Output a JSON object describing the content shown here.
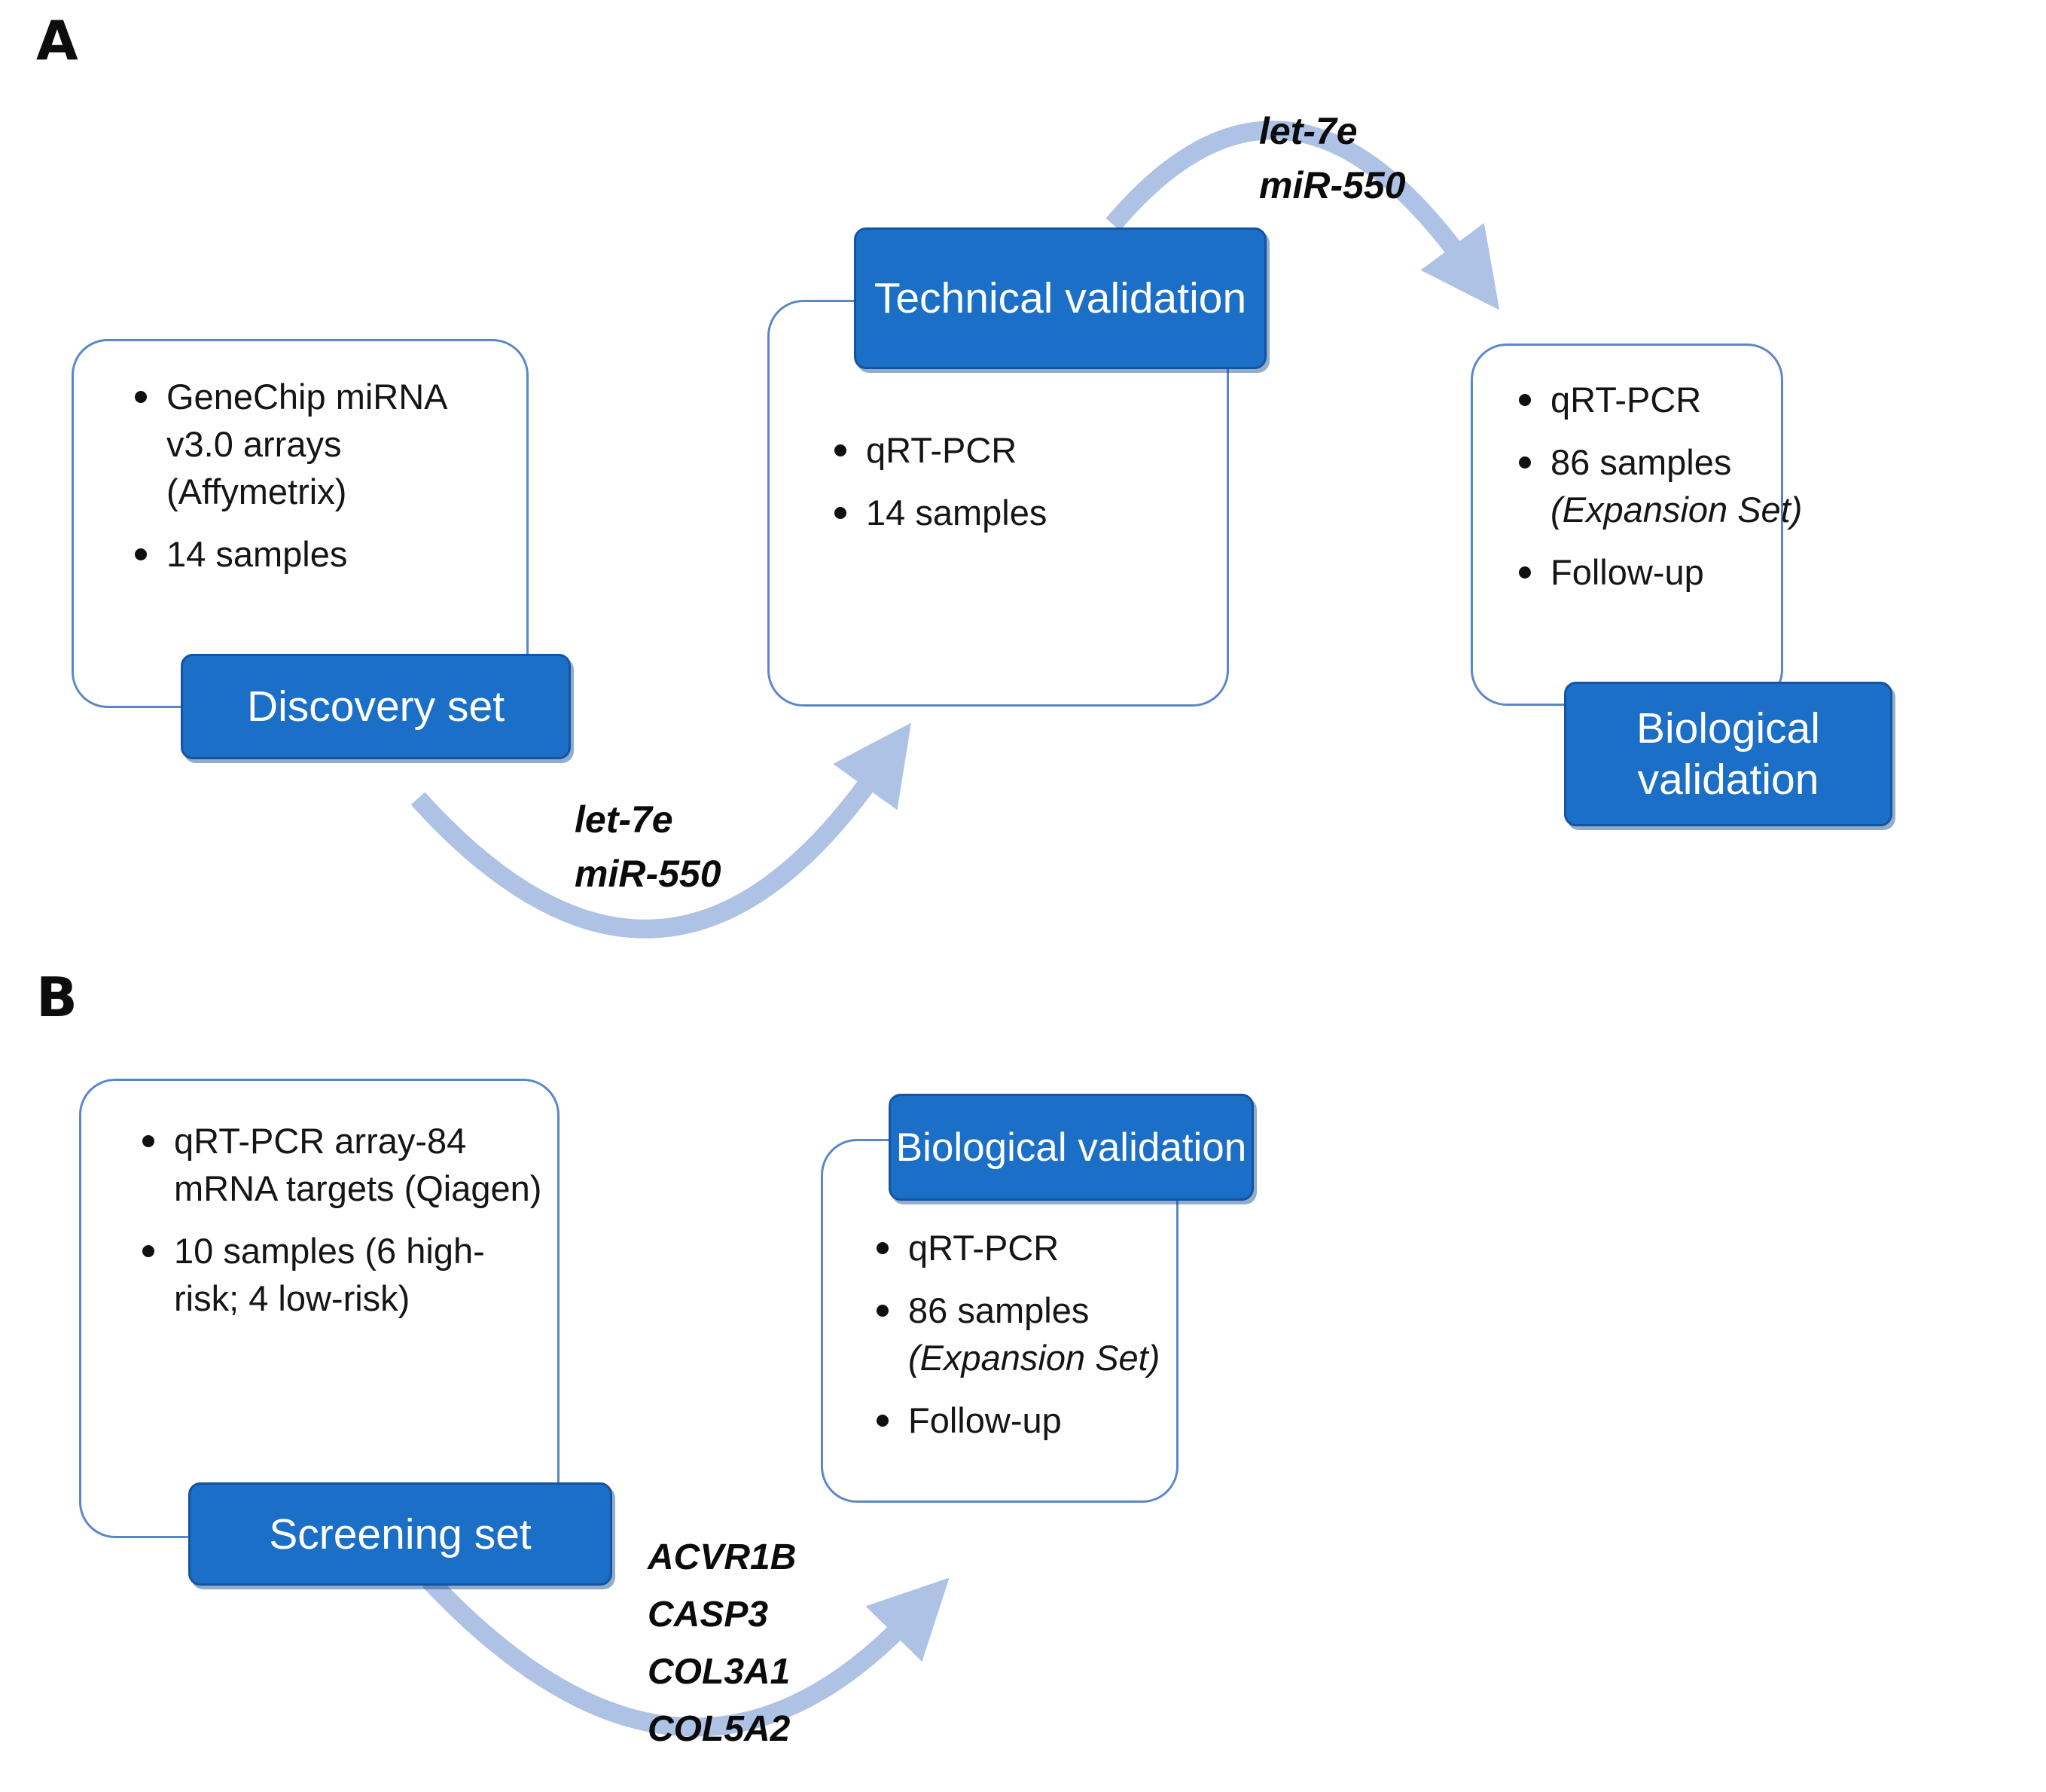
{
  "figure": {
    "panel_a": {
      "label": "A",
      "discovery": {
        "tag": "Discovery set",
        "lines": [
          {
            "bullet": true,
            "text": "GeneChip miRNA"
          },
          {
            "bullet": false,
            "text": "v3.0 arrays"
          },
          {
            "bullet": false,
            "text": "(Affymetrix)"
          },
          {
            "bullet": true,
            "text": "14 samples"
          }
        ]
      },
      "technical": {
        "tag": "Technical validation",
        "lines": [
          {
            "bullet": true,
            "text": "qRT-PCR"
          },
          {
            "bullet": true,
            "text": "14 samples"
          }
        ]
      },
      "biological": {
        "tag": "Biological validation",
        "lines": [
          {
            "bullet": true,
            "text": "qRT-PCR"
          },
          {
            "bullet": true,
            "text": "86 samples"
          },
          {
            "bullet": false,
            "text": "(Expansion Set)",
            "italic": true
          },
          {
            "bullet": true,
            "text": "Follow-up"
          }
        ]
      },
      "arrow_label_top": [
        "let-7e",
        "miR-550"
      ],
      "arrow_label_bottom": [
        "let-7e",
        "miR-550"
      ]
    },
    "panel_b": {
      "label": "B",
      "screening": {
        "tag": "Screening set",
        "lines": [
          {
            "bullet": true,
            "text": "qRT-PCR array-84"
          },
          {
            "bullet": false,
            "text": "mRNA targets (Qiagen)"
          },
          {
            "bullet": true,
            "text": "10 samples (6 high-"
          },
          {
            "bullet": false,
            "text": "risk; 4 low-risk)"
          }
        ]
      },
      "biological": {
        "tag": "Biological validation",
        "lines": [
          {
            "bullet": true,
            "text": "qRT-PCR"
          },
          {
            "bullet": true,
            "text": "86 samples"
          },
          {
            "bullet": false,
            "text": "(Expansion Set)",
            "italic": true
          },
          {
            "bullet": true,
            "text": "Follow-up"
          }
        ]
      },
      "arrow_label_bottom": [
        "ACVR1B",
        "CASP3",
        "COL3A1",
        "COL5A2"
      ]
    },
    "colors": {
      "tag_fill": "#1c6fc6",
      "tag_border": "#1254a0",
      "box_border": "#5b87c9",
      "arrow": "#adc2e4",
      "text": "#151515",
      "tag_text": "#ffffff"
    }
  }
}
